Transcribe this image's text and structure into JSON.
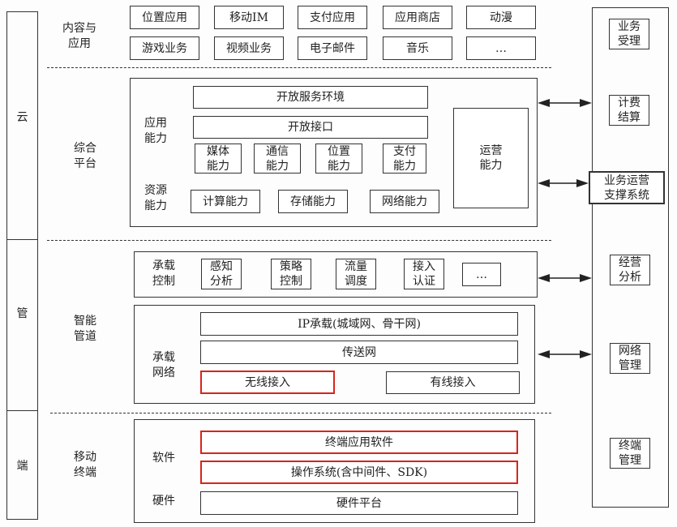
{
  "layers": {
    "cloud": "云",
    "pipe": "管",
    "terminal": "端"
  },
  "content_apps": {
    "label": "内容与\n应用",
    "items": [
      "位置应用",
      "移动IM",
      "支付应用",
      "应用商店",
      "动漫",
      "游戏业务",
      "视频业务",
      "电子邮件",
      "音乐",
      "…"
    ]
  },
  "platform": {
    "label": "综合\n平台",
    "app_capability_label": "应用\n能力",
    "open_service_env": "开放服务环境",
    "open_interface": "开放接口",
    "capabilities": [
      "媒体\n能力",
      "通信\n能力",
      "位置\n能力",
      "支付\n能力"
    ],
    "resource_capability_label": "资源\n能力",
    "resources": [
      "计算能力",
      "存储能力",
      "网络能力"
    ],
    "operation_capability": "运营\n能力"
  },
  "smart_pipe": {
    "label": "智能\n管道",
    "bearer_control_label": "承载\n控制",
    "controls": [
      "感知\n分析",
      "策略\n控制",
      "流量\n调度",
      "接入\n认证",
      "…"
    ],
    "bearer_network_label": "承载\n网络",
    "ip_bearer": "IP承载(城域网、骨干网)",
    "transport": "传送网",
    "wireless_access": "无线接入",
    "wired_access": "有线接入"
  },
  "mobile_terminal": {
    "label": "移动\n终端",
    "software_label": "软件",
    "hardware_label": "硬件",
    "terminal_app_software": "终端应用软件",
    "os": "操作系统(含中间件、SDK)",
    "hardware_platform": "硬件平台"
  },
  "bss": {
    "items": [
      "业务\n受理",
      "计费\n结算",
      "业务运营\n支撑系统",
      "经营\n分析",
      "网络\n管理",
      "终端\n管理"
    ]
  },
  "colors": {
    "highlight": "#d9241b",
    "line": "#333333"
  }
}
